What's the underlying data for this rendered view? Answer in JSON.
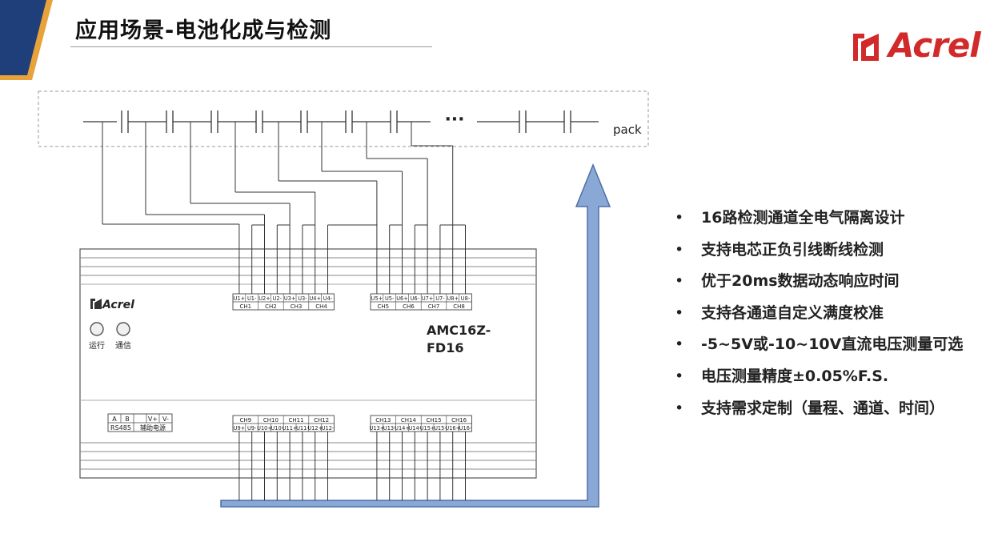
{
  "header": {
    "title": "应用场景-电池化成与检测",
    "logo_text": "Acrel"
  },
  "diagram": {
    "pack_label": "pack",
    "ellipsis": "···",
    "device_brand": "Acrel",
    "model_line1": "AMC16Z-",
    "model_line2": "FD16",
    "indicators": [
      {
        "label": "运行"
      },
      {
        "label": "通信"
      }
    ],
    "top_terminals": [
      {
        "labels": [
          "U1+",
          "U1-",
          "U2+",
          "U2-",
          "U3+",
          "U3-",
          "U4+",
          "U4-"
        ],
        "channels": [
          "CH1",
          "CH2",
          "CH3",
          "CH4"
        ]
      },
      {
        "labels": [
          "U5+",
          "U5-",
          "U6+",
          "U6-",
          "U7+",
          "U7-",
          "U8+",
          "U8-"
        ],
        "channels": [
          "CH5",
          "CH6",
          "CH7",
          "CH8"
        ]
      }
    ],
    "bottom_terminals": [
      {
        "labels": [
          "U9+",
          "U9-",
          "U10+",
          "U10-",
          "U11+",
          "U11-",
          "U12+",
          "U12-"
        ],
        "channels": [
          "CH9",
          "CH10",
          "CH11",
          "CH12"
        ]
      },
      {
        "labels": [
          "U13+",
          "U13-",
          "U14+",
          "U14-",
          "U15+",
          "U15-",
          "U16+",
          "U16-"
        ],
        "channels": [
          "CH13",
          "CH14",
          "CH15",
          "CH16"
        ]
      }
    ],
    "power_terminal": {
      "top": [
        "A",
        "B",
        "",
        "V+",
        "V-"
      ],
      "bottom_left": "RS485",
      "bottom_right": "辅助电源"
    }
  },
  "features": [
    "16路检测通道全电气隔离设计",
    "支持电芯正负引线断线检测",
    "优于20ms数据动态响应时间",
    "支持各通道自定义满度校准",
    "-5~5V或-10~10V直流电压测量可选",
    "电压测量精度±0.05%F.S.",
    "支持需求定制（量程、通道、时间）"
  ],
  "colors": {
    "accent_blue": "#1f3f7a",
    "accent_orange": "#e8a23a",
    "logo_red": "#d22a2a",
    "arrow_fill": "#8aa8d6",
    "arrow_stroke": "#4c6fa8"
  }
}
